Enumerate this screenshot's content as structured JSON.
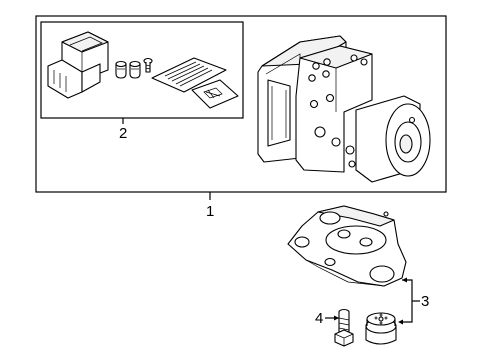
{
  "callouts": [
    {
      "id": "1",
      "label": "1"
    },
    {
      "id": "2",
      "label": "2"
    },
    {
      "id": "3",
      "label": "3"
    },
    {
      "id": "4",
      "label": "4"
    }
  ],
  "parts": [
    {
      "callout": "1",
      "icon": "abs-modulator-assembly"
    },
    {
      "callout": "2",
      "icon": "control-module-kit"
    },
    {
      "callout": "3",
      "icon": "mounting-bracket-and-isolator"
    },
    {
      "callout": "4",
      "icon": "bracket-bolt"
    }
  ]
}
